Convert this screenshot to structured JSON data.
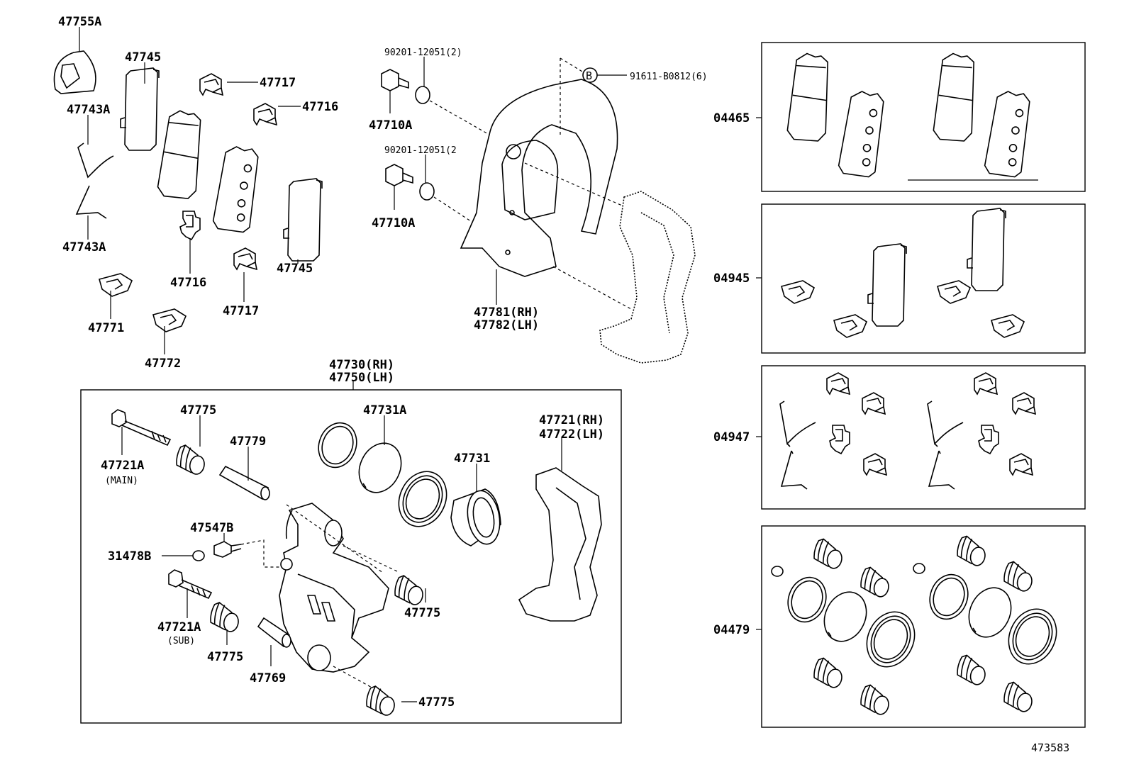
{
  "labels": {
    "p47755A": "47755A",
    "p47745_top": "47745",
    "p47717_top": "47717",
    "p47716_top": "47716",
    "p47743A_top": "47743A",
    "p47743A_bot": "47743A",
    "p47716_bot": "47716",
    "p47745_bot": "47745",
    "p47717_bot": "47717",
    "p47771": "47771",
    "p47772": "47772",
    "p90201_a": "90201-12051(2)",
    "p90201_b": "90201-12051(2",
    "p47710A_a": "47710A",
    "p47710A_b": "47710A",
    "p91611": "91611-B0812(6)",
    "callout_b": "B",
    "p47781": "47781(RH)",
    "p47782": "47782(LH)",
    "p47730": "47730(RH)",
    "p47750": "47750(LH)",
    "p47775_a": "47775",
    "p47779": "47779",
    "p47731A": "47731A",
    "p47731": "47731",
    "p47721RH": "47721(RH)",
    "p47722LH": "47722(LH)",
    "p47721A_main": "47721A",
    "main_note": "(MAIN)",
    "p47547B": "47547B",
    "p31478B": "31478B",
    "p47775_b": "47775",
    "p47721A_sub": "47721A",
    "sub_note": "(SUB)",
    "p47775_c": "47775",
    "p47769": "47769",
    "p47775_d": "47775",
    "kit_04465": "04465",
    "kit_04945": "04945",
    "kit_04947": "04947",
    "kit_04479": "04479",
    "ref_number": "473583"
  },
  "icons": [
    "brake-pad-icon",
    "anti-squeal-shim-icon",
    "pad-clip-icon",
    "wear-indicator-icon",
    "bolt-icon",
    "washer-icon",
    "dust-cover-icon",
    "caliper-body-icon",
    "mounting-bracket-icon",
    "piston-icon",
    "piston-seal-icon",
    "boot-icon",
    "bleeder-plug-icon",
    "slide-pin-icon"
  ],
  "colors": {
    "line": "#000000",
    "background": "#ffffff"
  }
}
